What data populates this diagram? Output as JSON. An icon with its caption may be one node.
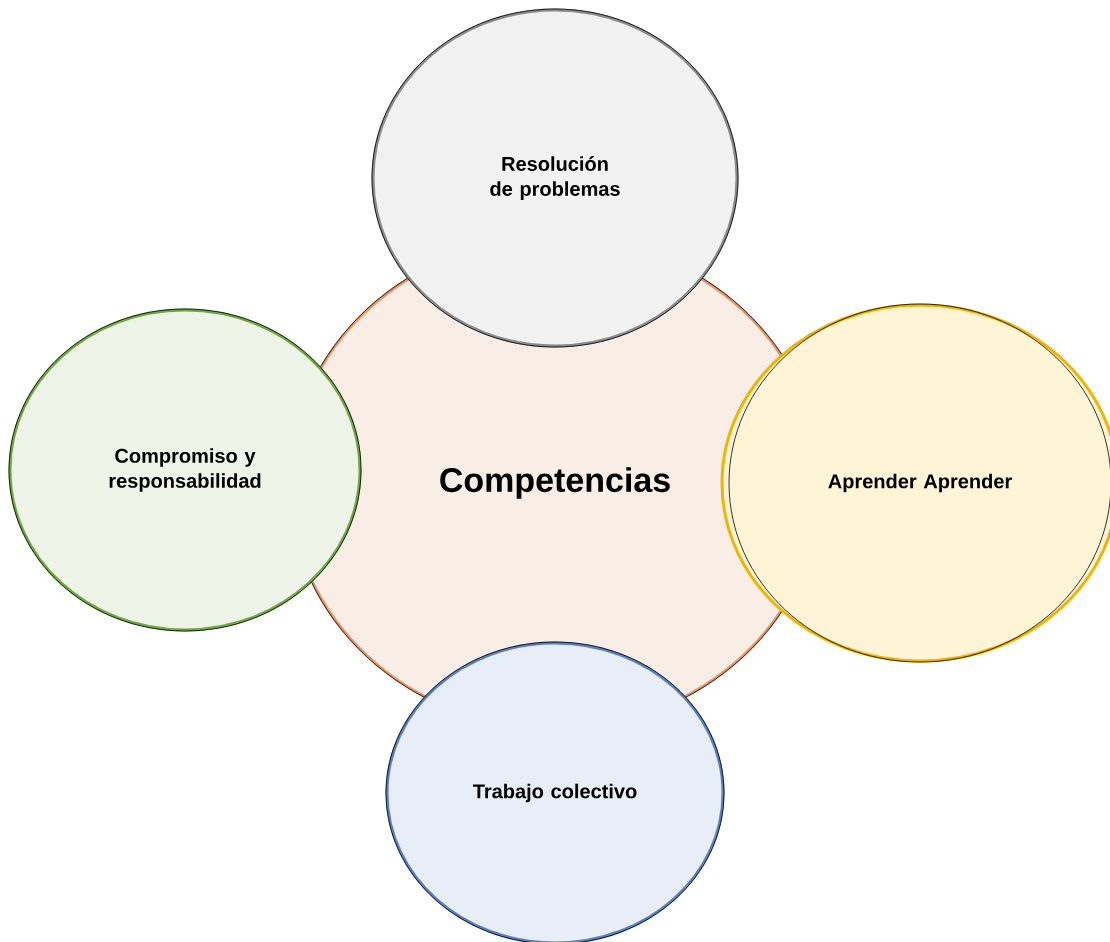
{
  "diagram": {
    "nodes": [
      {
        "text": [
          "Resolución de problemas"
        ]
      },
      {
        "text": [
          "Compromiso y responsabilidad"
        ]
      },
      {
        "text": [
          "Competencias"
        ]
      },
      {
        "text": [
          "Aprender Aprender"
        ]
      },
      {
        "text": [
          "Trabajo colectivo"
        ]
      }
    ]
  }
}
